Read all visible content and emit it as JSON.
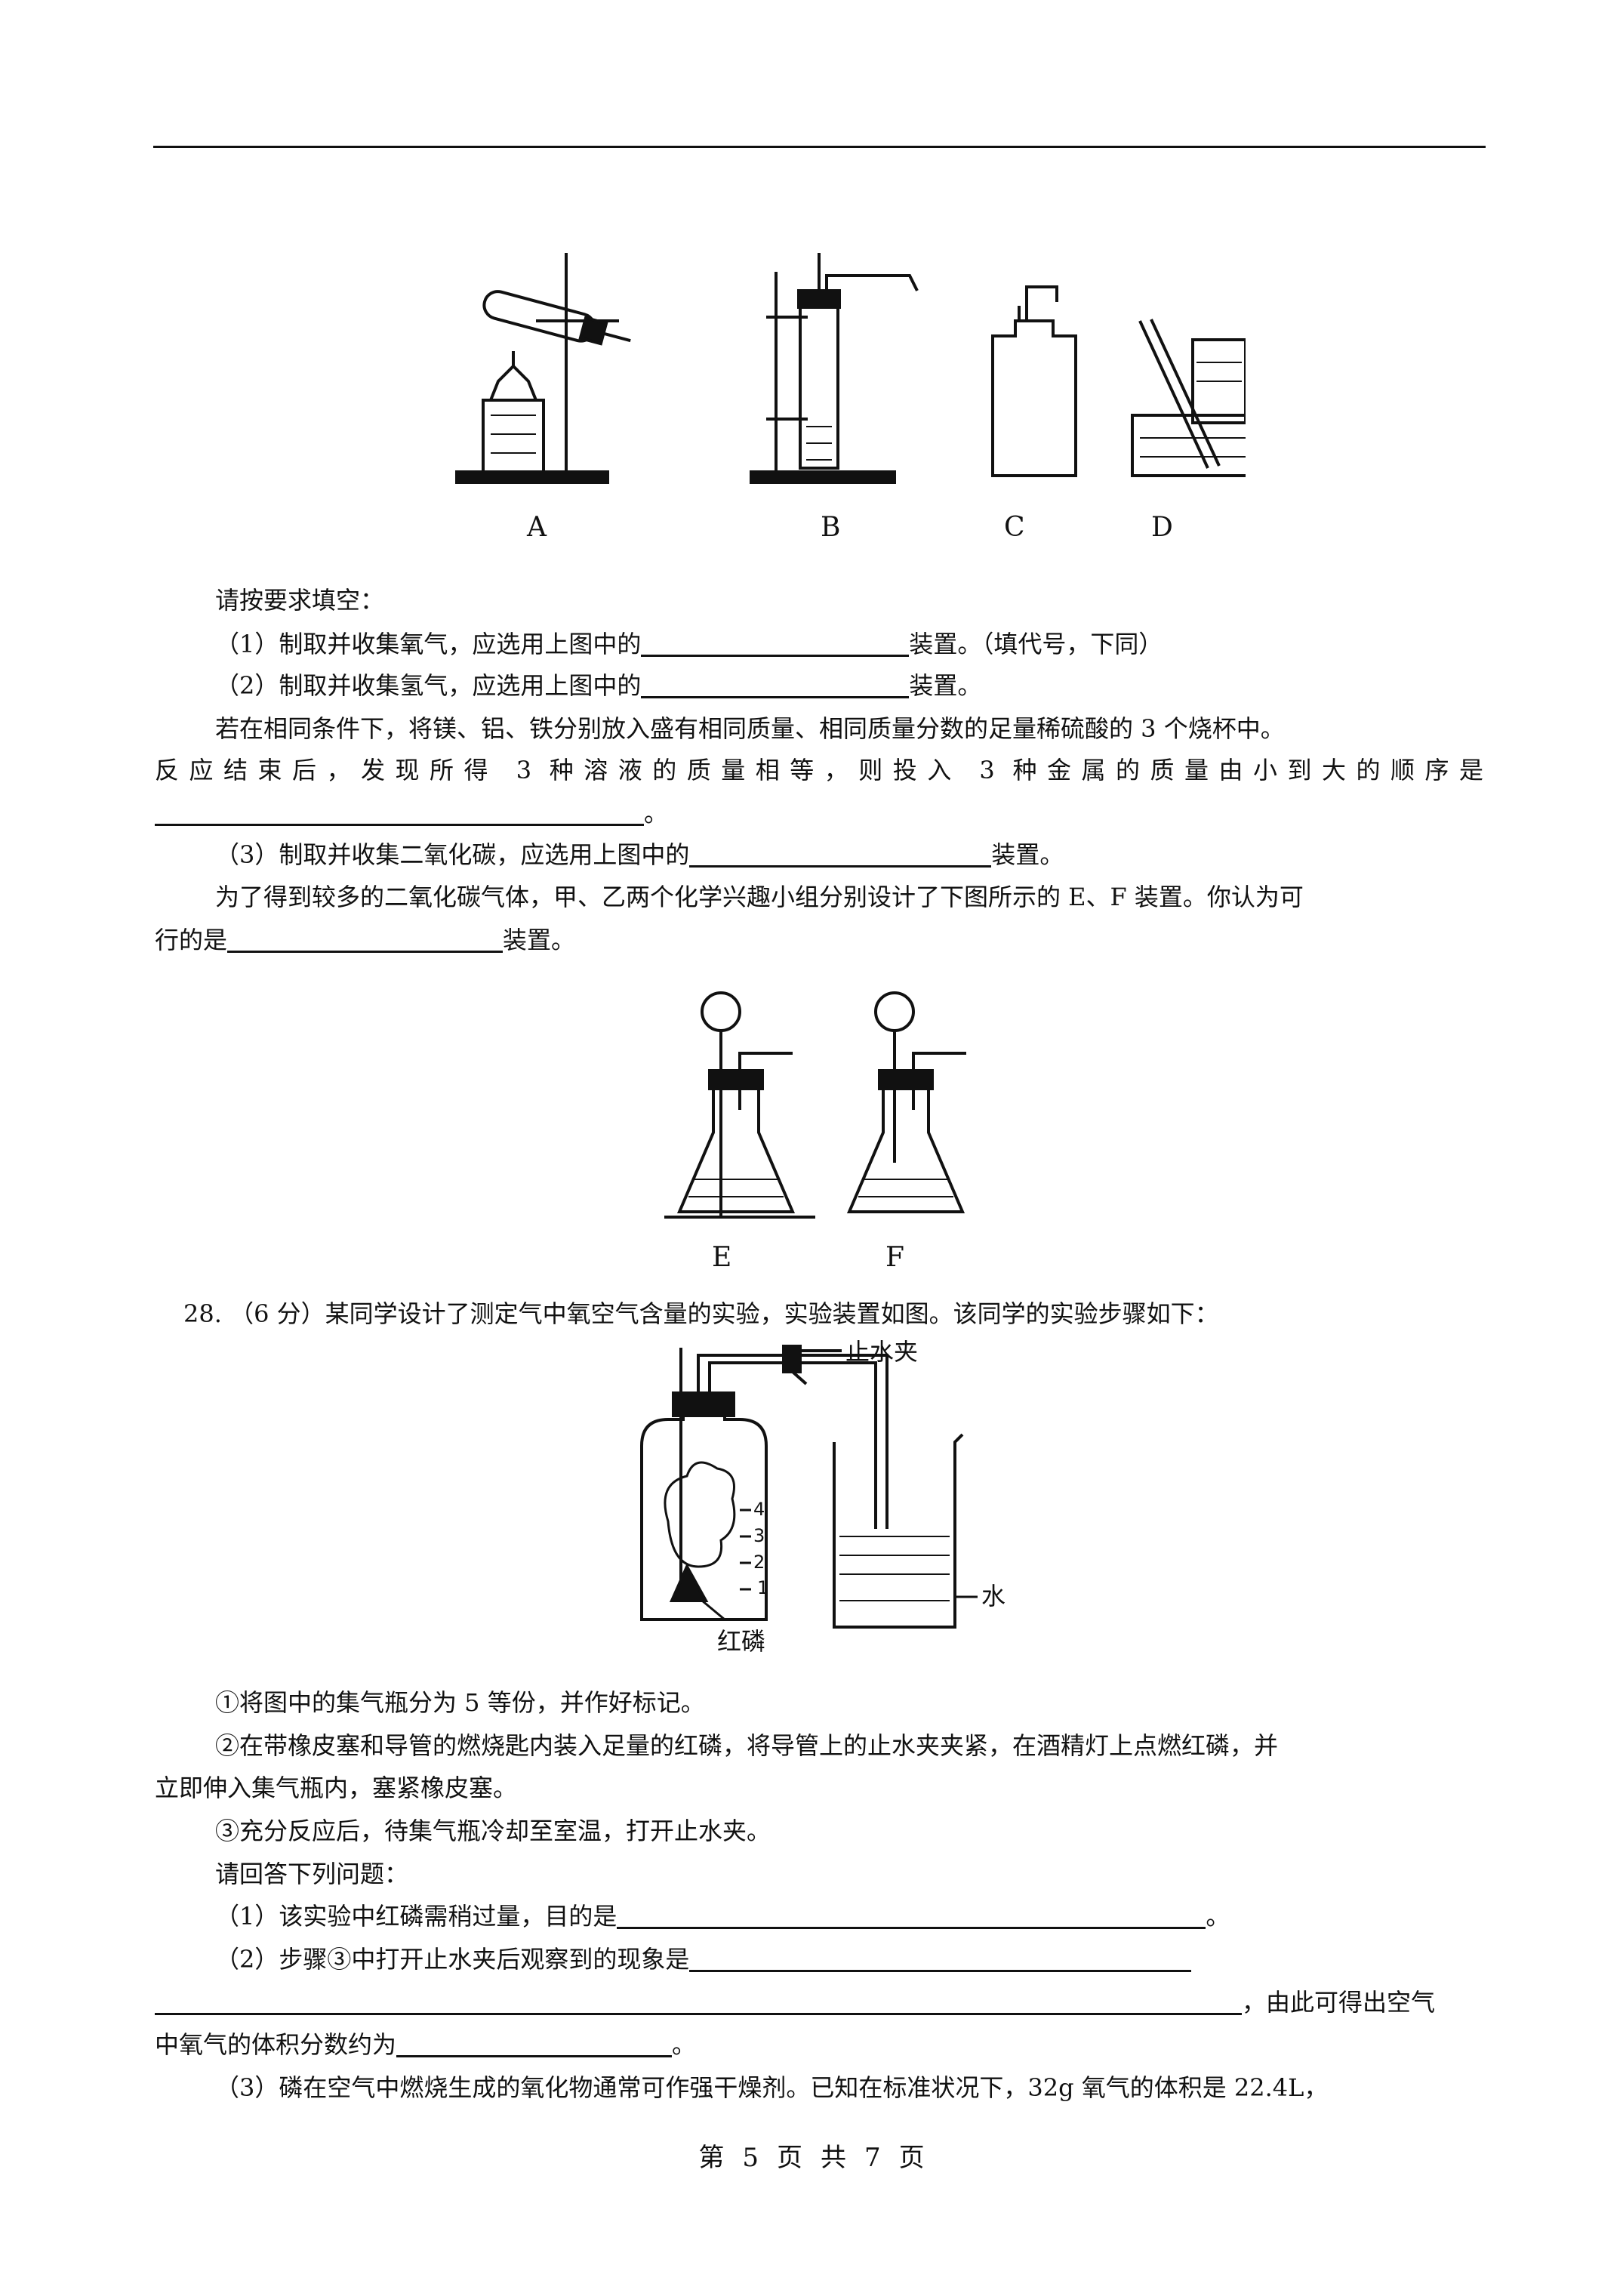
{
  "figure1": {
    "labels": [
      "A",
      "B",
      "C",
      "D"
    ]
  },
  "q27": {
    "prompt": "请按要求填空：",
    "item1_prefix": "（1）制取并收集氧气，应选用上图中的",
    "item1_suffix": "装置。（填代号，下同）",
    "item2_prefix": "（2）制取并收集氢气，应选用上图中的",
    "item2_suffix": "装置。",
    "para_line1": "若在相同条件下，将镁、铝、铁分别放入盛有相同质量、相同质量分数的足量稀硫酸的 3 个烧杯中。",
    "para_line2": "反应结束后，发现所得 3 种溶液的质量相等，则投入 3 种金属的质量由小到大的顺序是",
    "para_line3_suffix": "。",
    "item3_prefix": "（3）制取并收集二氧化碳，应选用上图中的",
    "item3_suffix": "装置。",
    "para2_line1": "为了得到较多的二氧化碳气体，甲、乙两个化学兴趣小组分别设计了下图所示的 E、F 装置。你认为可",
    "para2_line2_prefix": "行的是",
    "para2_line2_suffix": "装置。"
  },
  "figure2": {
    "labels": [
      "E",
      "F"
    ]
  },
  "q28": {
    "number": "28.",
    "intro": "（6 分）某同学设计了测定气中氧空气含量的实验，实验装置如图。该同学的实验步骤如下：",
    "figure": {
      "clamp_label": "止水夹",
      "water_label": "水",
      "phosphorus_label": "红磷",
      "marks": [
        "1",
        "2",
        "3",
        "4"
      ]
    },
    "step1": "①将图中的集气瓶分为 5 等份，并作好标记。",
    "step2_line1": "②在带橡皮塞和导管的燃烧匙内装入足量的红磷，将导管上的止水夹夹紧，在酒精灯上点燃红磷，并",
    "step2_line2": "立即伸入集气瓶内，塞紧橡皮塞。",
    "step3": "③充分反应后，待集气瓶冷却至室温，打开止水夹。",
    "prompt": "请回答下列问题：",
    "ans1_prefix": "（1）该实验中红磷需稍过量，目的是",
    "ans1_suffix": "。",
    "ans2_prefix": "（2）步骤③中打开止水夹后观察到的现象是",
    "ans2_line2_suffix": "，由此可得出空气",
    "ans2_line3_prefix": "中氧气的体积分数约为",
    "ans2_line3_suffix": "。",
    "ans3": "（3）磷在空气中燃烧生成的氧化物通常可作强干燥剂。已知在标准状况下，32g 氧气的体积是 22.4L，"
  },
  "footer": {
    "parts": [
      "第",
      "5",
      "页",
      "共",
      "7",
      "页"
    ]
  }
}
